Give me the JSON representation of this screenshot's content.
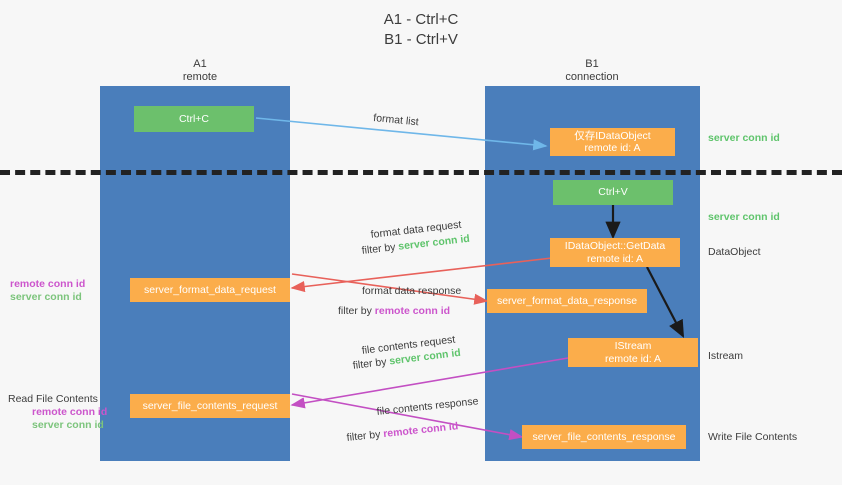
{
  "title": {
    "line1": "A1 - Ctrl+C",
    "line2": "B1 - Ctrl+V"
  },
  "columns": [
    {
      "name": "A1",
      "sub": "remote"
    },
    {
      "name": "B1",
      "sub": "connection"
    }
  ],
  "boxes": {
    "ctrl_c": "Ctrl+C",
    "ctrl_v": "Ctrl+V",
    "idataobject_new_l1": "仅存IDataObject",
    "idataobject_new_l2": "remote id: A",
    "getdata_l1": "IDataObject::GetData",
    "getdata_l2": "remote id: A",
    "istream_l1": "IStream",
    "istream_l2": "remote id: A",
    "server_format_data_request": "server_format_data_request",
    "server_format_data_response": "server_format_data_response",
    "server_file_contents_request": "server_file_contents_request",
    "server_file_contents_response": "server_file_contents_response"
  },
  "edge_labels": {
    "format_list": "format list",
    "format_data_request": "format data request",
    "format_data_request_filter_prefix": "filter by ",
    "format_data_request_filter_key": "server conn id",
    "format_data_response": "format data response",
    "format_data_response_filter_prefix": "filter by ",
    "format_data_response_filter_key": "remote conn id",
    "file_contents_request": "file contents request",
    "file_contents_request_filter_prefix": "filter by ",
    "file_contents_request_filter_key": "server conn id",
    "file_contents_response": "file contents response",
    "file_contents_response_filter_prefix": "filter by ",
    "file_contents_response_filter_key": "remote conn id"
  },
  "right_labels": {
    "server_conn_id_top": "server conn id",
    "server_conn_id_mid": "server conn id",
    "dataobject": "DataObject",
    "istream": "Istream",
    "write_file_contents": "Write File Contents"
  },
  "left_labels": {
    "fmt_remote": "remote conn id",
    "fmt_server": "server conn id",
    "read_file_contents": "Read File Contents",
    "file_remote": "remote conn id",
    "file_server": "server conn id"
  },
  "colors": {
    "column": "#4a7ebb",
    "green_box": "#6cc06c",
    "orange_box": "#fbad4b",
    "blue_arrow": "#6fb7e9",
    "red_arrow": "#e8615a",
    "magenta_arrow": "#c34fc3",
    "black_arrow": "#1a1a1a",
    "divider": "#222222",
    "background": "#f7f7f7"
  }
}
